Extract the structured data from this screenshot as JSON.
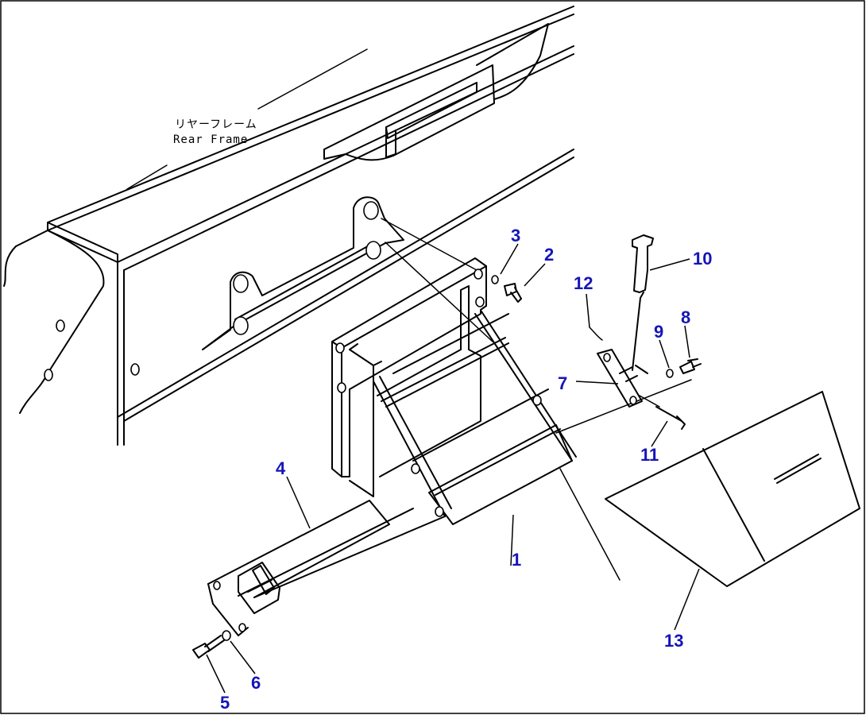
{
  "diagram": {
    "labels": {
      "rear_frame_jp": "リヤーフレーム",
      "rear_frame_en": "Rear Frame"
    },
    "callouts": [
      "1",
      "2",
      "3",
      "4",
      "5",
      "6",
      "7",
      "8",
      "9",
      "10",
      "11",
      "12",
      "13"
    ],
    "colors": {
      "line": "#000000",
      "callout": "#1515b8",
      "background": "#ffffff"
    }
  }
}
